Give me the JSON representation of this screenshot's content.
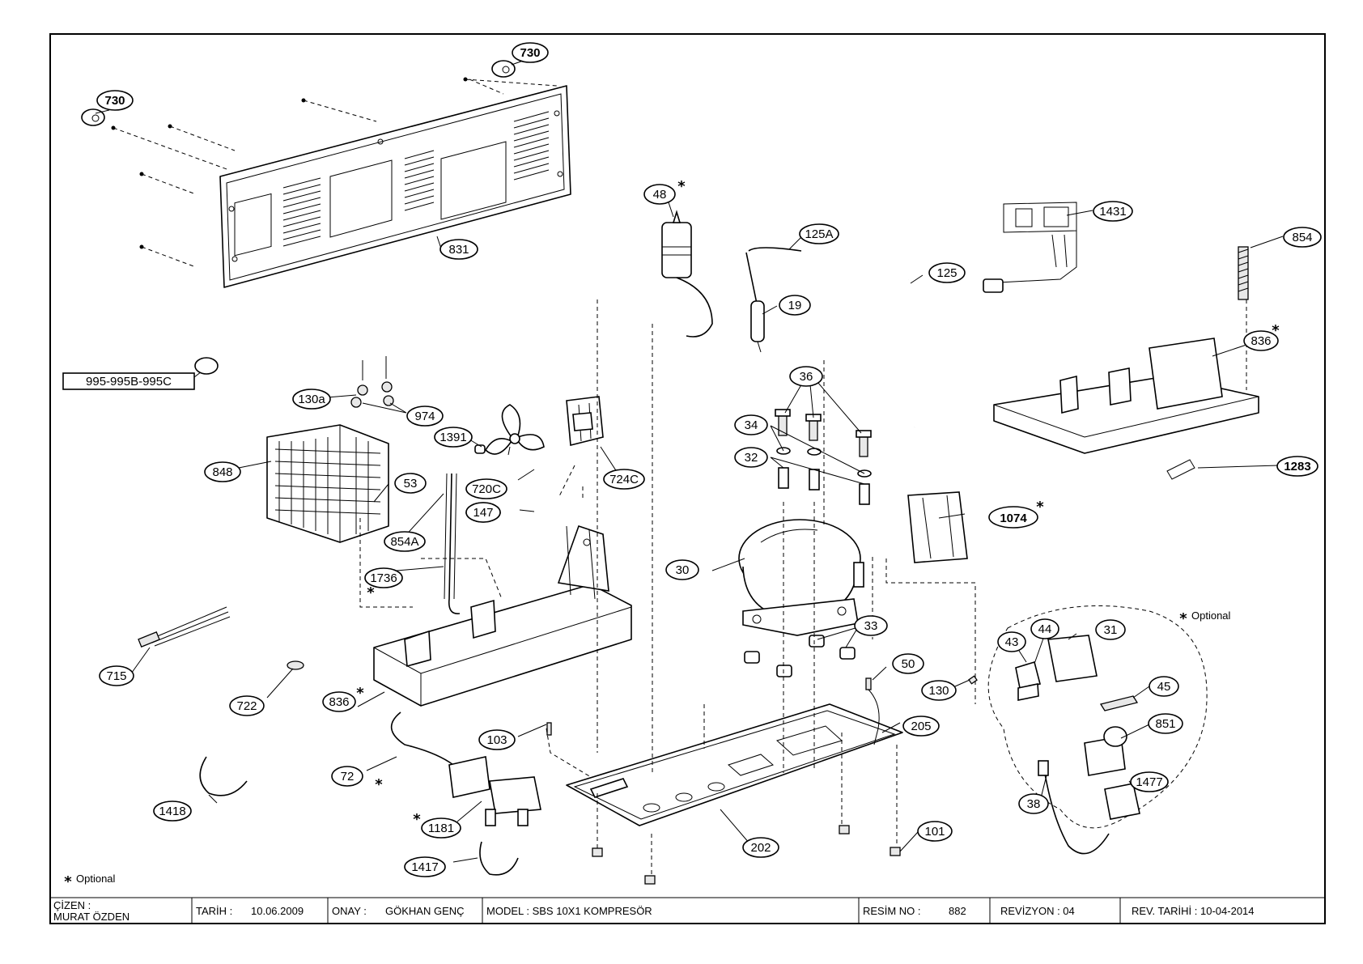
{
  "labels": {
    "l730a": "730",
    "l730b": "730",
    "l831": "831",
    "l995": "995-995B-995C",
    "l130a": "130a",
    "l974": "974",
    "l848": "848",
    "l53": "53",
    "l854A": "854A",
    "l1736": "1736",
    "l1391": "1391",
    "l720C": "720C",
    "l724C": "724C",
    "l147a": "147",
    "l147b": "147",
    "l48": "48",
    "l125A": "125A",
    "l19": "19",
    "l125": "125",
    "l1431": "1431",
    "l854": "854",
    "l836r": "836",
    "l1283": "1283",
    "l36": "36",
    "l34": "34",
    "l32": "32",
    "l30": "30",
    "l33": "33",
    "l1074": "1074",
    "l715": "715",
    "l722": "722",
    "l836": "836",
    "l103": "103",
    "l72": "72",
    "l1418": "1418",
    "l1181": "1181",
    "l1417": "1417",
    "l202": "202",
    "l205": "205",
    "l50": "50",
    "l101": "101",
    "l130": "130",
    "l43": "43",
    "l44": "44",
    "l31": "31",
    "l45": "45",
    "l851": "851",
    "l38": "38",
    "l1477": "1477"
  },
  "optional_right": "Optional",
  "optional_footer": "Optional",
  "title_block": {
    "drawn_by_label": "ÇİZEN :",
    "drawn_by": "MURAT ÖZDEN",
    "date_label": "TARİH :",
    "date": "10.06.2009",
    "approved_label": "ONAY :",
    "approved_by": "GÖKHAN GENÇ",
    "model": "MODEL : SBS 10X1 KOMPRESÖR",
    "drawing_no_label": "RESİM NO :",
    "drawing_no": "882",
    "revision": "REVİZYON : 04",
    "revision_date": "REV. TARİHİ : 10-04-2014"
  }
}
